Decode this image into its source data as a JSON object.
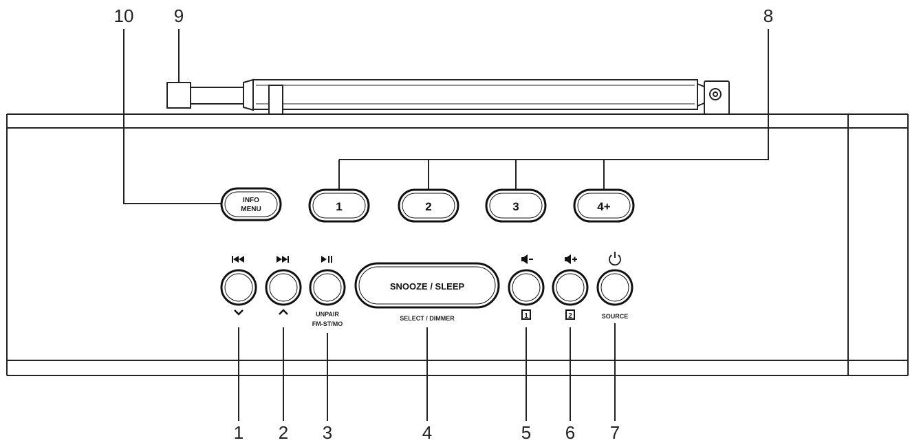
{
  "callouts": {
    "c1": "1",
    "c2": "2",
    "c3": "3",
    "c4": "4",
    "c5": "5",
    "c6": "6",
    "c7": "7",
    "c8": "8",
    "c9": "9",
    "c10": "10"
  },
  "buttons": {
    "info_menu_line1": "INFO",
    "info_menu_line2": "MENU",
    "preset_1": "1",
    "preset_2": "2",
    "preset_3": "3",
    "preset_4": "4+",
    "snooze_sleep": "SNOOZE / SLEEP"
  },
  "labels": {
    "unpair": "UNPAIR",
    "fm_st_mo": "FM-ST/MO",
    "select_dimmer": "SELECT / DIMMER",
    "alarm_1": "1",
    "alarm_2": "2",
    "source": "SOURCE"
  },
  "icons": {
    "prev": "skip-back-icon",
    "next": "skip-forward-icon",
    "play_pause": "play-pause-icon",
    "vol_down": "volume-down-icon",
    "vol_up": "volume-up-icon",
    "power": "power-icon",
    "down": "chevron-down-icon",
    "up": "chevron-up-icon",
    "alarm": "alarm-clock-icon"
  }
}
